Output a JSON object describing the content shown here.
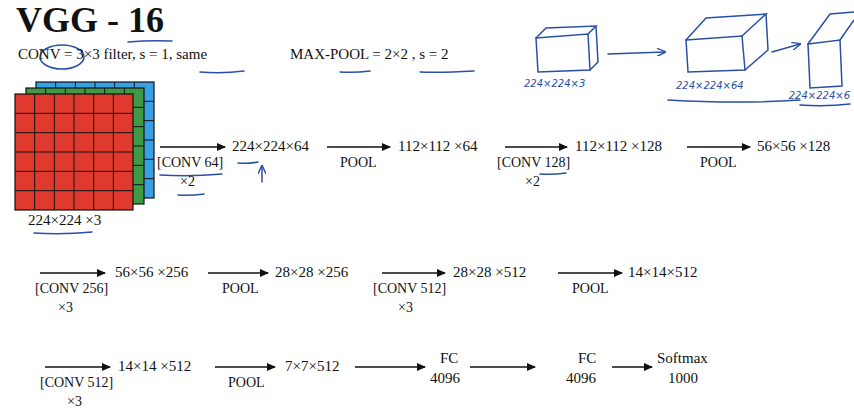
{
  "diagram": {
    "title": "VGG - 16",
    "nodes": [
      {
        "text": [
          "224×224 ×3"
        ]
      }
    ],
    "labels": [
      "CONV = 3×3 filter, s = 1, same",
      "MAX-POOL = 2×2 , s = 2",
      "224×224×3",
      "224×224×64",
      "224×224×6",
      "224×224×64",
      "[CONV 64]",
      "×2",
      "POOL",
      "112×112 ×64",
      "[CONV 128]",
      "×2",
      "112×112 ×128",
      "POOL",
      "56×56 ×128",
      "[CONV 256]",
      "×3",
      "56×56 ×256",
      "POOL",
      "28×28 ×256",
      "[CONV 512]",
      "×3",
      "28×28 ×512",
      "POOL",
      "14×14×512",
      "[CONV 512]",
      "×3",
      "14×14 ×512",
      "POOL",
      "7×7×512",
      "FC",
      "4096",
      "FC",
      "4096",
      "Softmax",
      "1000"
    ]
  }
}
